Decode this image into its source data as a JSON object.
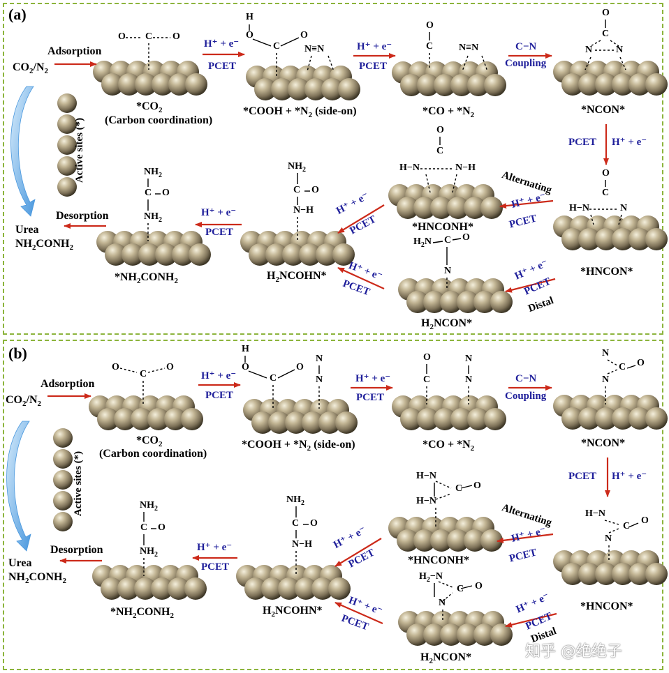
{
  "panels": [
    {
      "label": "(a)",
      "steps": {
        "start": "CO2/N2",
        "adsorption": "Adsorption",
        "co2_ads": "*CO2",
        "carbon_coord": "(Carbon coordination)",
        "cooh_n2": "*COOH + *N2 (side-on)",
        "co_n2": "*CO + *N2",
        "ncon": "*NCON*",
        "hncon": "*HNCON*",
        "hnconh": "*HNCONH*",
        "h2ncon": "H2NCON*",
        "h2ncohn": "H2NCOHN*",
        "nh2conh2": "*NH2CONH2",
        "desorption": "Desorption",
        "urea": "Urea",
        "urea_formula": "NH2CONH2",
        "active_sites": "Active sites (*)",
        "alternating": "Alternating",
        "distal": "Distal"
      }
    },
    {
      "label": "(b)",
      "steps": {
        "start": "CO2/N2",
        "adsorption": "Adsorption",
        "co2_ads": "*CO2",
        "carbon_coord": "(Carbon coordination)",
        "cooh_n2": "*COOH + *N2 (side-on)",
        "co_n2": "*CO + *N2",
        "ncon": "*NCON*",
        "hncon": "*HNCON*",
        "hnconh": "*HNCONH*",
        "h2ncon": "H2NCON*",
        "h2ncohn": "H2NCOHN*",
        "nh2conh2": "*NH2CONH2",
        "desorption": "Desorption",
        "urea": "Urea",
        "urea_formula": "NH2CONH2",
        "active_sites": "Active sites (*)",
        "alternating": "Alternating",
        "distal": "Distal"
      }
    }
  ],
  "arrow_labels": {
    "proton_electron": "H⁺ + e⁻",
    "pcet": "PCET",
    "cn": "C−N",
    "coupling": "Coupling"
  },
  "atoms": {
    "O": "O",
    "C": "C",
    "N": "N",
    "H": "H",
    "NH2": "NH2",
    "H2N": "H2N",
    "NN_triple": "N≡N"
  },
  "watermark": "知乎 @绝绝子",
  "colors": {
    "border": "#8cb43c",
    "arrow": "#cc2a1a",
    "pcet_text": "#1e1e9a",
    "sphere_light": "#f2ecd8",
    "sphere_mid": "#a89c7c",
    "sphere_dark": "#4a4232",
    "curved_arrow": "#6aaee6"
  }
}
